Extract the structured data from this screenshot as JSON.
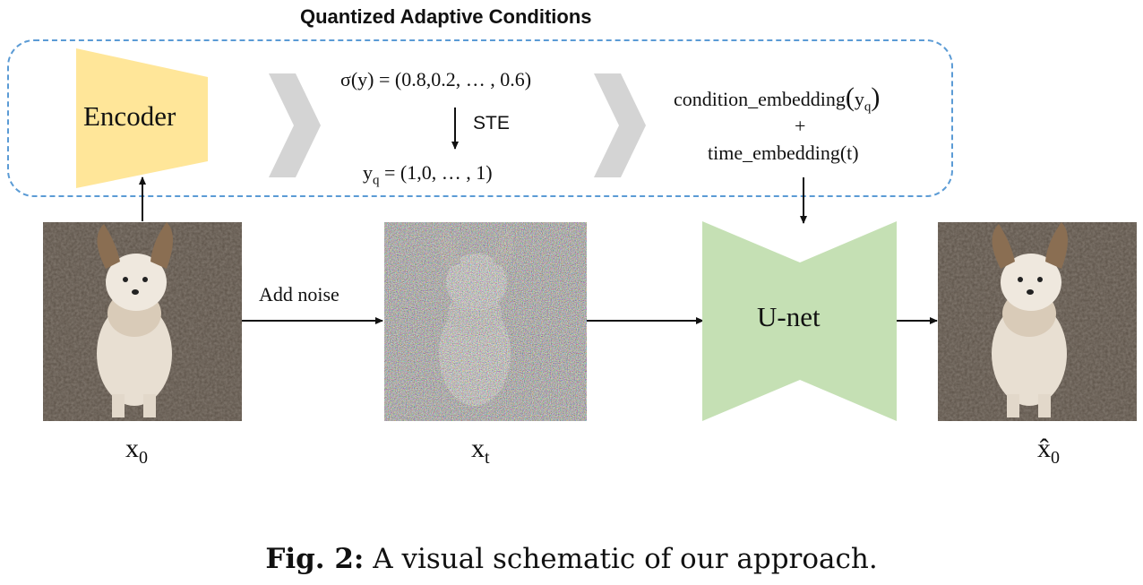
{
  "group_title": "Quantized Adaptive Conditions",
  "encoder_label": "Encoder",
  "sigma_label": "σ(y) = (0.8,0.2, … , 0.6)",
  "ste_label": "STE",
  "yq_label": "y",
  "yq_sub": "q",
  "yq_value": " = (1,0, … , 1)",
  "cond_embed_label": "condition_embedding",
  "cond_embed_arg": "y",
  "cond_embed_arg_sub": "q",
  "plus_label": "+",
  "time_embed_label": "time_embedding(t)",
  "add_noise_label": "Add noise",
  "unet_label": "U-net",
  "x0_label": "x",
  "x0_sub": "0",
  "xt_label": "x",
  "xt_sub": "t",
  "xhat_label": "x̂",
  "xhat_sub": "0",
  "caption_bold": "Fig. 2:",
  "caption_text": " A visual schematic of our approach.",
  "colors": {
    "encoder": "#ffe699",
    "unet": "#c5e0b4",
    "dashed_border": "#5b9bd5",
    "chevron": "#d0d0d0",
    "carpet": "#5a5046"
  },
  "icons": {
    "dog_image": "dog-photo",
    "noisy_dog_image": "noisy-dog-photo",
    "reconstructed_dog_image": "reconstructed-dog-photo"
  }
}
